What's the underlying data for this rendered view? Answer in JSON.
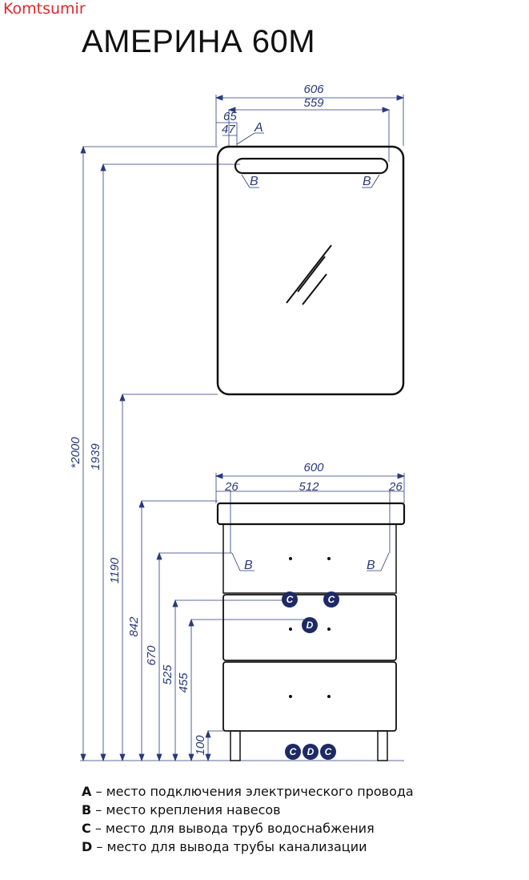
{
  "brand": "Komtsumir",
  "title": "АМЕРИНА 60М",
  "dims": {
    "mirror_width": "606",
    "mirror_inner": "559",
    "offset_65": "65",
    "offset_47": "47",
    "total_height": "*2000",
    "height_1939": "1939",
    "height_1190": "1190",
    "cabinet_width": "600",
    "cab_inner": "512",
    "cab_left": "26",
    "cab_right": "26",
    "height_842": "842",
    "height_670": "670",
    "height_525": "525",
    "height_455": "455",
    "height_100": "100"
  },
  "markers": {
    "a": "A",
    "b": "B",
    "c": "C",
    "d": "D"
  },
  "legend": [
    {
      "key": "A",
      "text": " – место подключения электрического провода"
    },
    {
      "key": "B",
      "text": " – место крепления навесов"
    },
    {
      "key": "C",
      "text": " – место для вывода труб водоснабжения"
    },
    {
      "key": "D",
      "text": " – место для вывода трубы канализации"
    }
  ]
}
